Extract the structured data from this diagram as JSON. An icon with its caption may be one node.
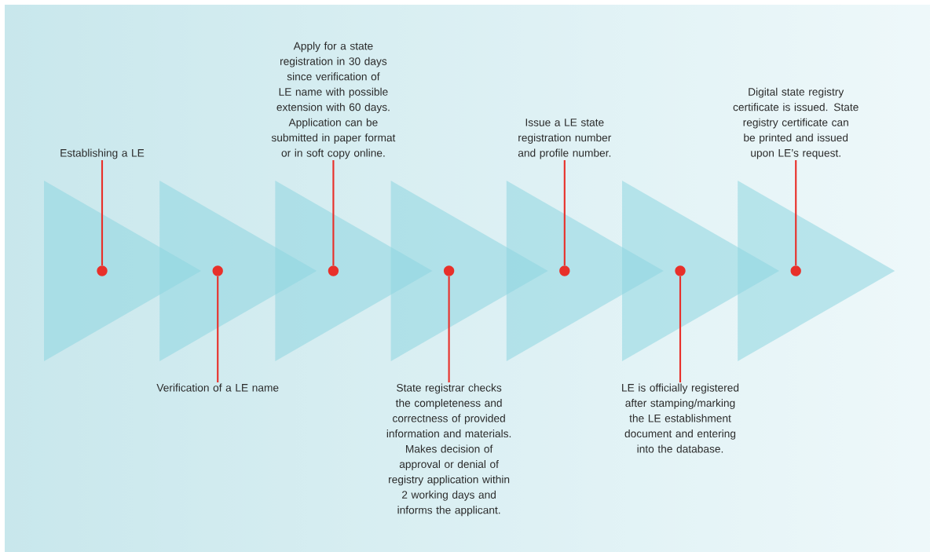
{
  "diagram": {
    "nodes": [
      {
        "text": [
          "Establishing a LE"
        ]
      },
      {
        "text": [
          "Verification of a LE name"
        ]
      },
      {
        "text": [
          "Apply for a state registration in 30 days since verification of LE name with possible extension with 60 days. Application can be submitted in paper format or in soft copy online."
        ]
      },
      {
        "text": [
          "State registrar checks the completeness and correctness of provided information and materials. Makes decision of approval or denial of registry application within 2 working days and informs the applicant."
        ]
      },
      {
        "text": [
          "Issue a LE state registration number and profile number."
        ]
      },
      {
        "text": [
          "LE is officially registered after stamping/marking the LE establishment document and entering into the database."
        ]
      },
      {
        "text": [
          "Digital state registry certificate is issued. State registry certificate can be printed and issued upon LE’s request."
        ]
      },
      {
        "text": [],
        "shape": "triangle"
      },
      {
        "text": [],
        "shape": "triangle"
      },
      {
        "text": [],
        "shape": "triangle"
      },
      {
        "text": [],
        "shape": "triangle"
      },
      {
        "text": [],
        "shape": "triangle"
      },
      {
        "text": [],
        "shape": "triangle"
      },
      {
        "text": [],
        "shape": "triangle"
      },
      {
        "text": [],
        "shape": "circle",
        "in": 7
      },
      {
        "text": [],
        "shape": "circle",
        "in": 8
      },
      {
        "text": [],
        "shape": "circle",
        "in": 9
      },
      {
        "text": [],
        "shape": "circle",
        "in": 10
      },
      {
        "text": [],
        "shape": "circle",
        "in": 11
      },
      {
        "text": [],
        "shape": "circle",
        "in": 12
      },
      {
        "text": [],
        "shape": "circle",
        "in": 13
      }
    ],
    "edges": [
      {
        "from": 0,
        "to": 14,
        "arrow": "none"
      },
      {
        "from": 1,
        "to": 15,
        "arrow": "none"
      },
      {
        "from": 2,
        "to": 16,
        "arrow": "none"
      },
      {
        "from": 3,
        "to": 17,
        "arrow": "none"
      },
      {
        "from": 4,
        "to": 18,
        "arrow": "none"
      },
      {
        "from": 5,
        "to": 19,
        "arrow": "none"
      },
      {
        "from": 6,
        "to": 20,
        "arrow": "none"
      }
    ]
  }
}
